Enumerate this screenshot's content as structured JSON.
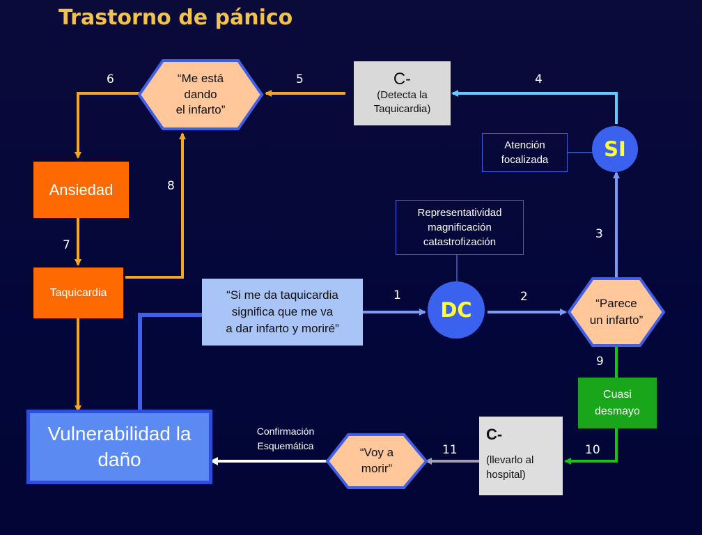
{
  "title": "Trastorno de pánico",
  "nodes": {
    "me_esta": "“Me está\ndando\nel infarto”",
    "c_top_head": "C-",
    "c_top_body": "(Detecta la\nTaquicardia)",
    "si": "SI",
    "atencion": "Atención\nfocalizada",
    "ansiedad": "Ansiedad",
    "taquicardia": "Taquicardia",
    "representatividad": "Representatividad\nmagnificación\ncatastrofización",
    "si_me_da": "“Si me da taquicardia\nsignifica que me va\na dar infarto y moriré”",
    "dc": "DC",
    "parece": "“Parece\nun infarto”",
    "cuasi": "Cuasi\ndesmayo",
    "vulnerabilidad": "Vulnerabilidad la\ndaño",
    "confirmacion": "Confirmación\nEsquemática",
    "voy_a_morir": "“Voy a\nmorir”",
    "c_bottom_head": "C-",
    "c_bottom_body": "(llevarlo al\nhospital)"
  },
  "numbers": [
    "1",
    "2",
    "3",
    "4",
    "5",
    "6",
    "7",
    "8",
    "9",
    "10",
    "11"
  ],
  "colors": {
    "orange_arrow": "#f5a623",
    "blue_arrow": "#5b82f2",
    "cyan_arrow": "#66ccff",
    "green_arrow": "#18c318",
    "gray_arrow": "#9a9aa8",
    "title": "#f2c24e"
  }
}
